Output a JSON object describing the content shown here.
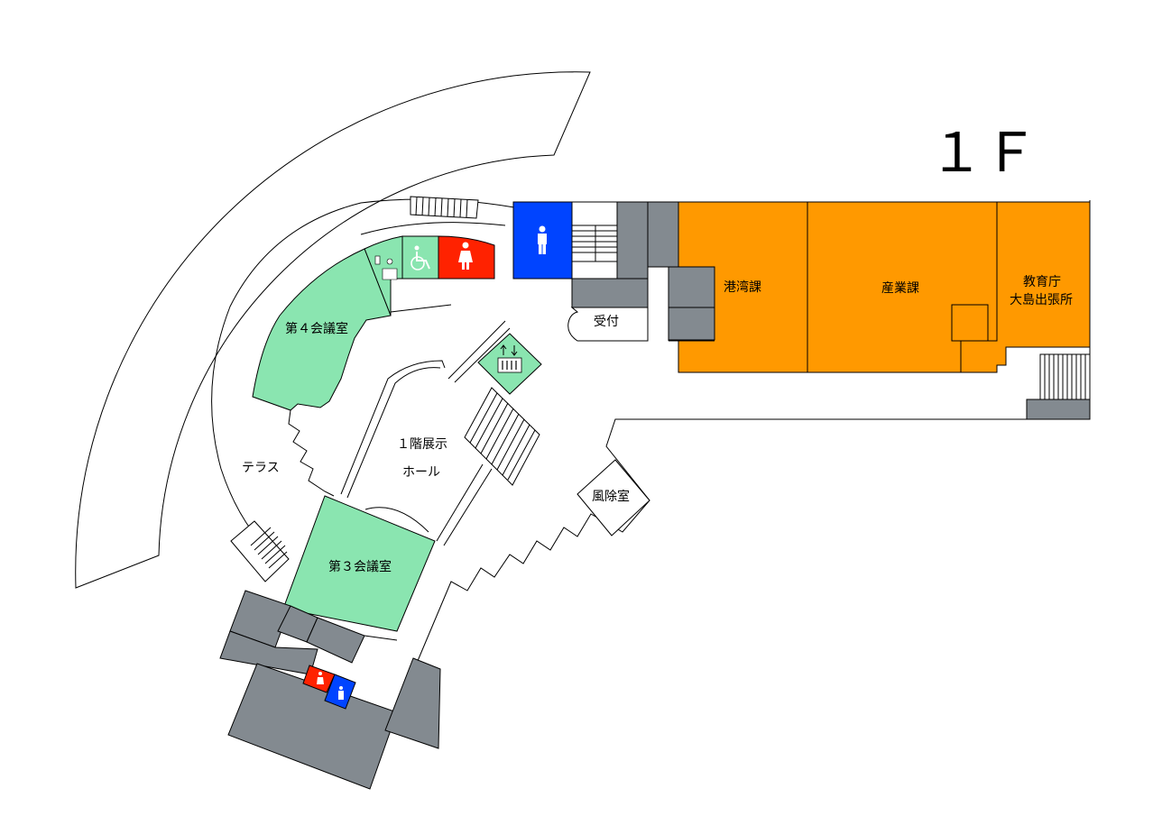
{
  "floor": {
    "label": "１Ｆ"
  },
  "rooms": {
    "kowan": "港湾課",
    "sangyo": "産業課",
    "kyoiku_line1": "教育庁",
    "kyoiku_line2": "大島出張所",
    "uketsuke": "受付",
    "kaigi4": "第４会議室",
    "kaigi3": "第３会議室",
    "hall_line1": "１階展示",
    "hall_line2": "ホール",
    "terrace": "テラス",
    "fujoshitsu": "風除室"
  },
  "colors": {
    "office": "#ff9900",
    "meeting": "#8ae5b0",
    "service": "#838a90",
    "women": "#ff2200",
    "men": "#0044ff"
  },
  "icons": [
    "women-toilet-icon",
    "men-toilet-icon",
    "wheelchair-icon",
    "baby-changing-icon",
    "elevator-icon"
  ]
}
